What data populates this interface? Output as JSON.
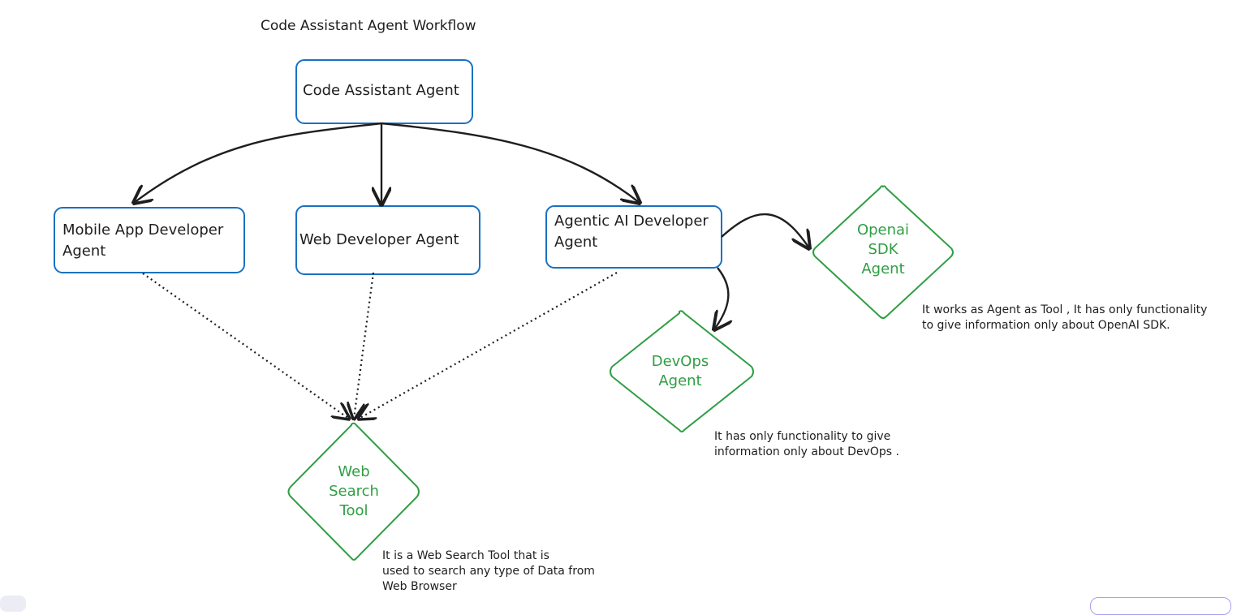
{
  "title": "Code Assistant Agent Workflow",
  "boxes": {
    "root": "Code Assistant Agent",
    "mobile": "Mobile App Developer\nAgent",
    "web": "Web Developer Agent",
    "agentic": "Agentic AI Developer\nAgent"
  },
  "tools": {
    "openai": "Openai\nSDK\nAgent",
    "devops": "DevOps\nAgent",
    "websearch": "Web\nSearch\nTool"
  },
  "notes": {
    "openai": "It works as Agent as Tool , It has only functionality\nto give information only about OpenAI SDK.",
    "devops": "It has only functionality to give\ninformation only about DevOps .",
    "websearch": "It is a Web Search Tool that is\nused to search any type of Data from\nWeb Browser"
  },
  "colors": {
    "box_stroke": "#1971c2",
    "tool_stroke": "#2f9e44",
    "arrow": "#1e1e1e"
  }
}
